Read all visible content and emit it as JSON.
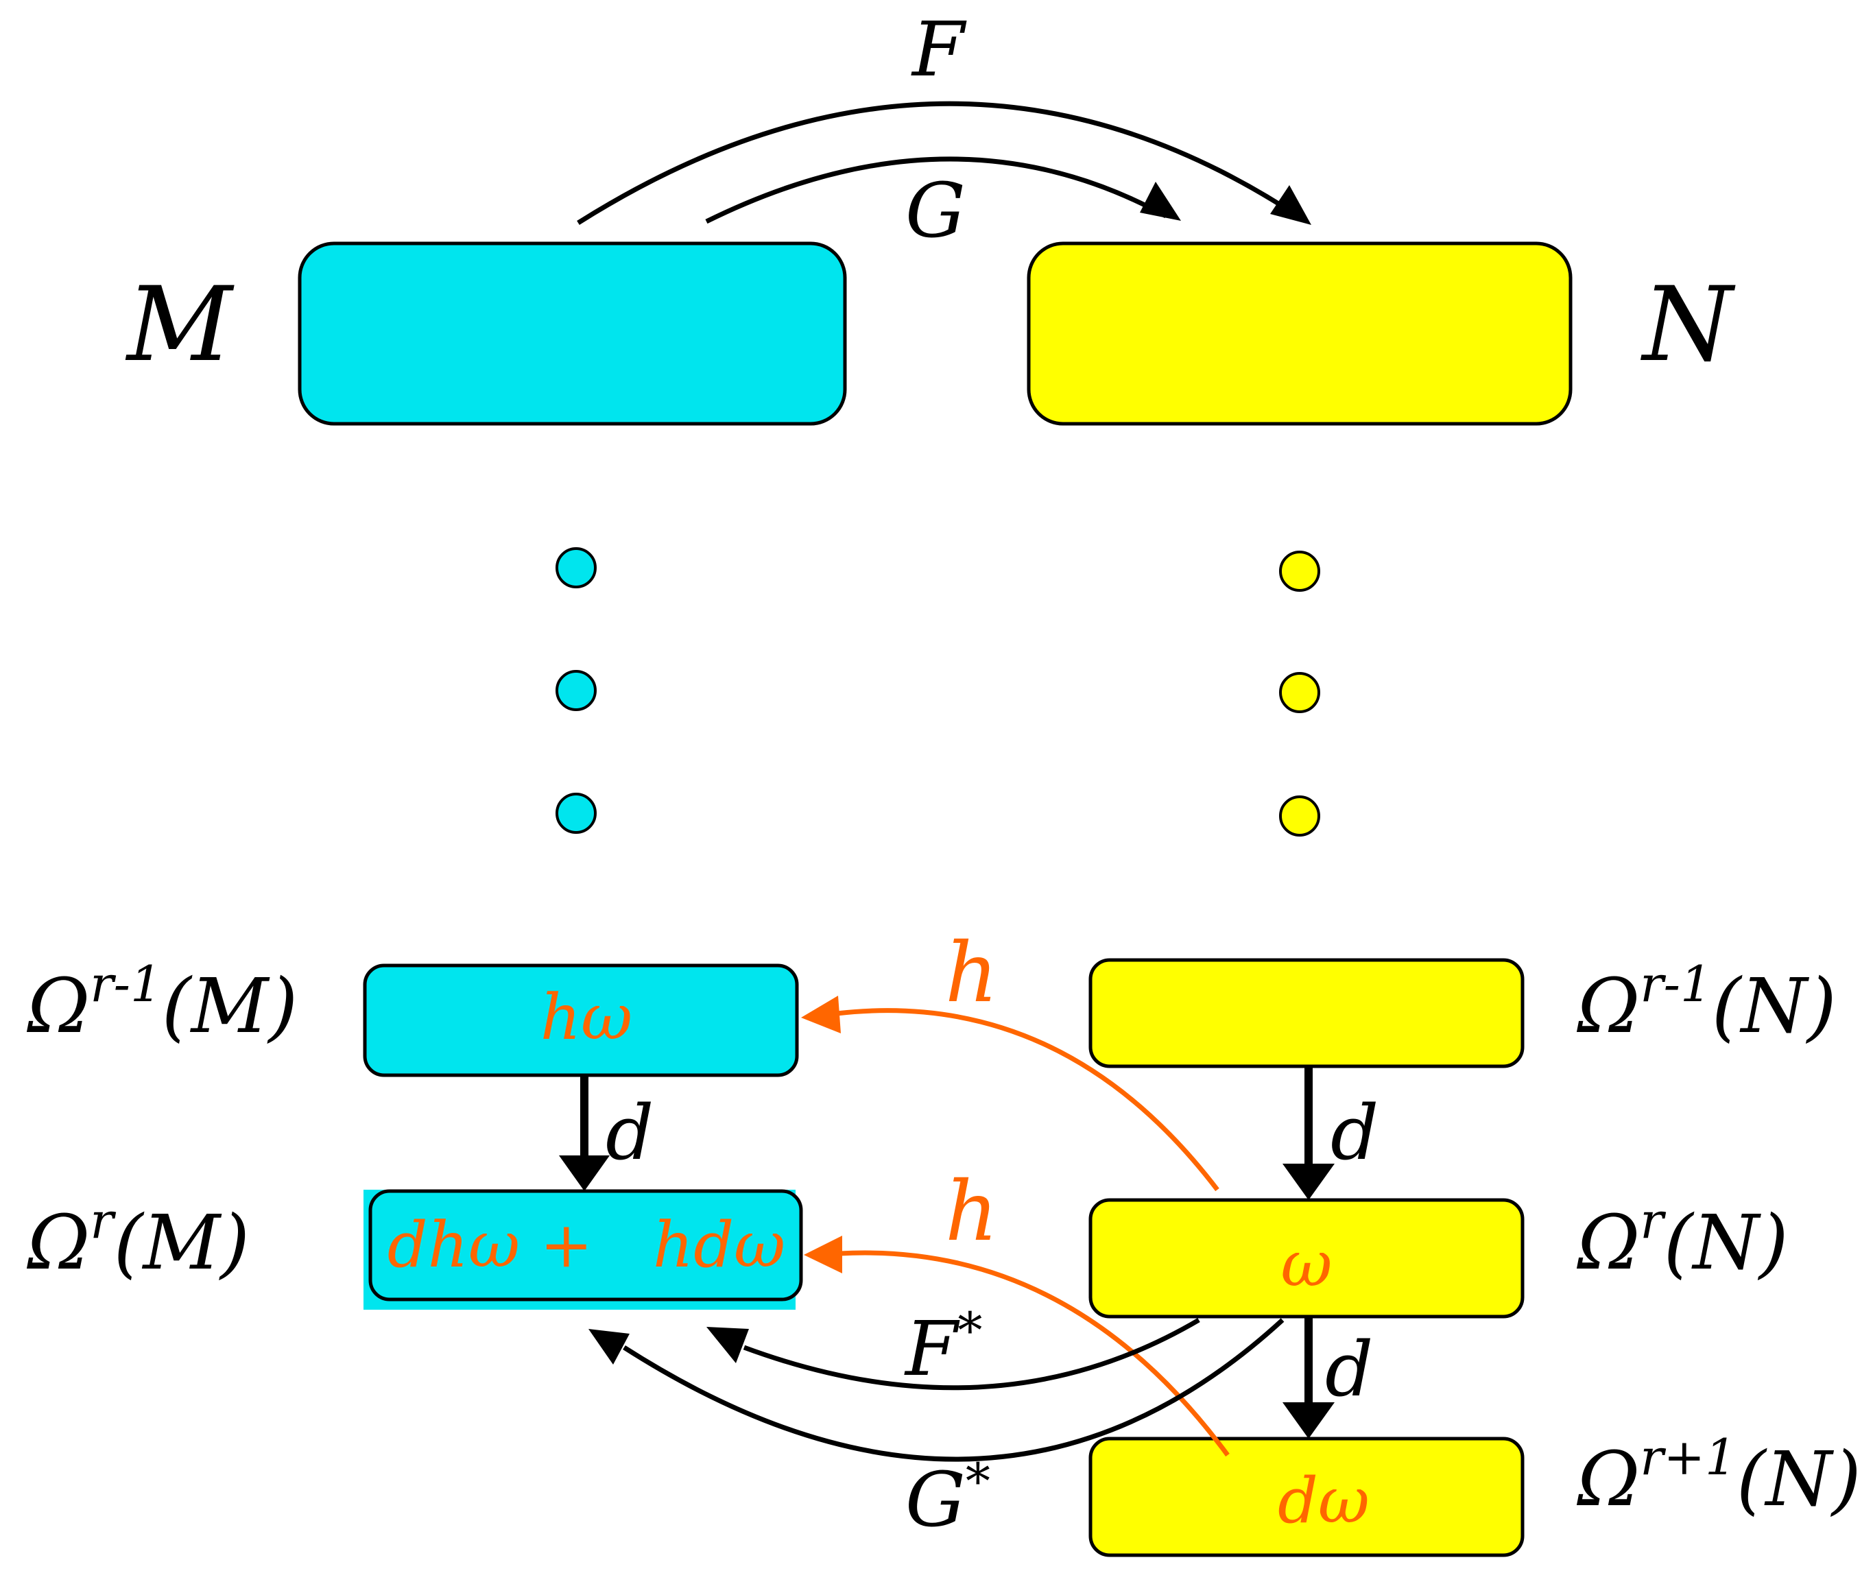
{
  "colors": {
    "cyan": "#00e5ee",
    "yellow": "#ffff00",
    "orange": "#ff6600",
    "black": "#000000"
  },
  "top": {
    "left_label": "M",
    "right_label": "N",
    "map_F": "F",
    "map_G": "G"
  },
  "left_column": {
    "upper_label": "Ω",
    "upper_sup": "r-1",
    "upper_arg": "(M)",
    "lower_label": "Ω",
    "lower_sup": "r",
    "lower_arg": "(M)",
    "upper_box_text": "hω",
    "lower_box_text": "dhω +   hdω",
    "d_label": "d"
  },
  "right_column": {
    "label_1": "Ω",
    "sup_1": "r-1",
    "arg_1": "(N)",
    "label_2": "Ω",
    "sup_2": "r",
    "arg_2": "(N)",
    "label_3": "Ω",
    "sup_3": "r+1",
    "arg_3": "(N)",
    "box_2_text": "ω",
    "box_3_text": "dω",
    "d_label_1": "d",
    "d_label_2": "d"
  },
  "homotopy": {
    "h_upper": "h",
    "h_lower": "h"
  },
  "pullbacks": {
    "F_star": "F",
    "G_star": "G",
    "star": "*"
  }
}
